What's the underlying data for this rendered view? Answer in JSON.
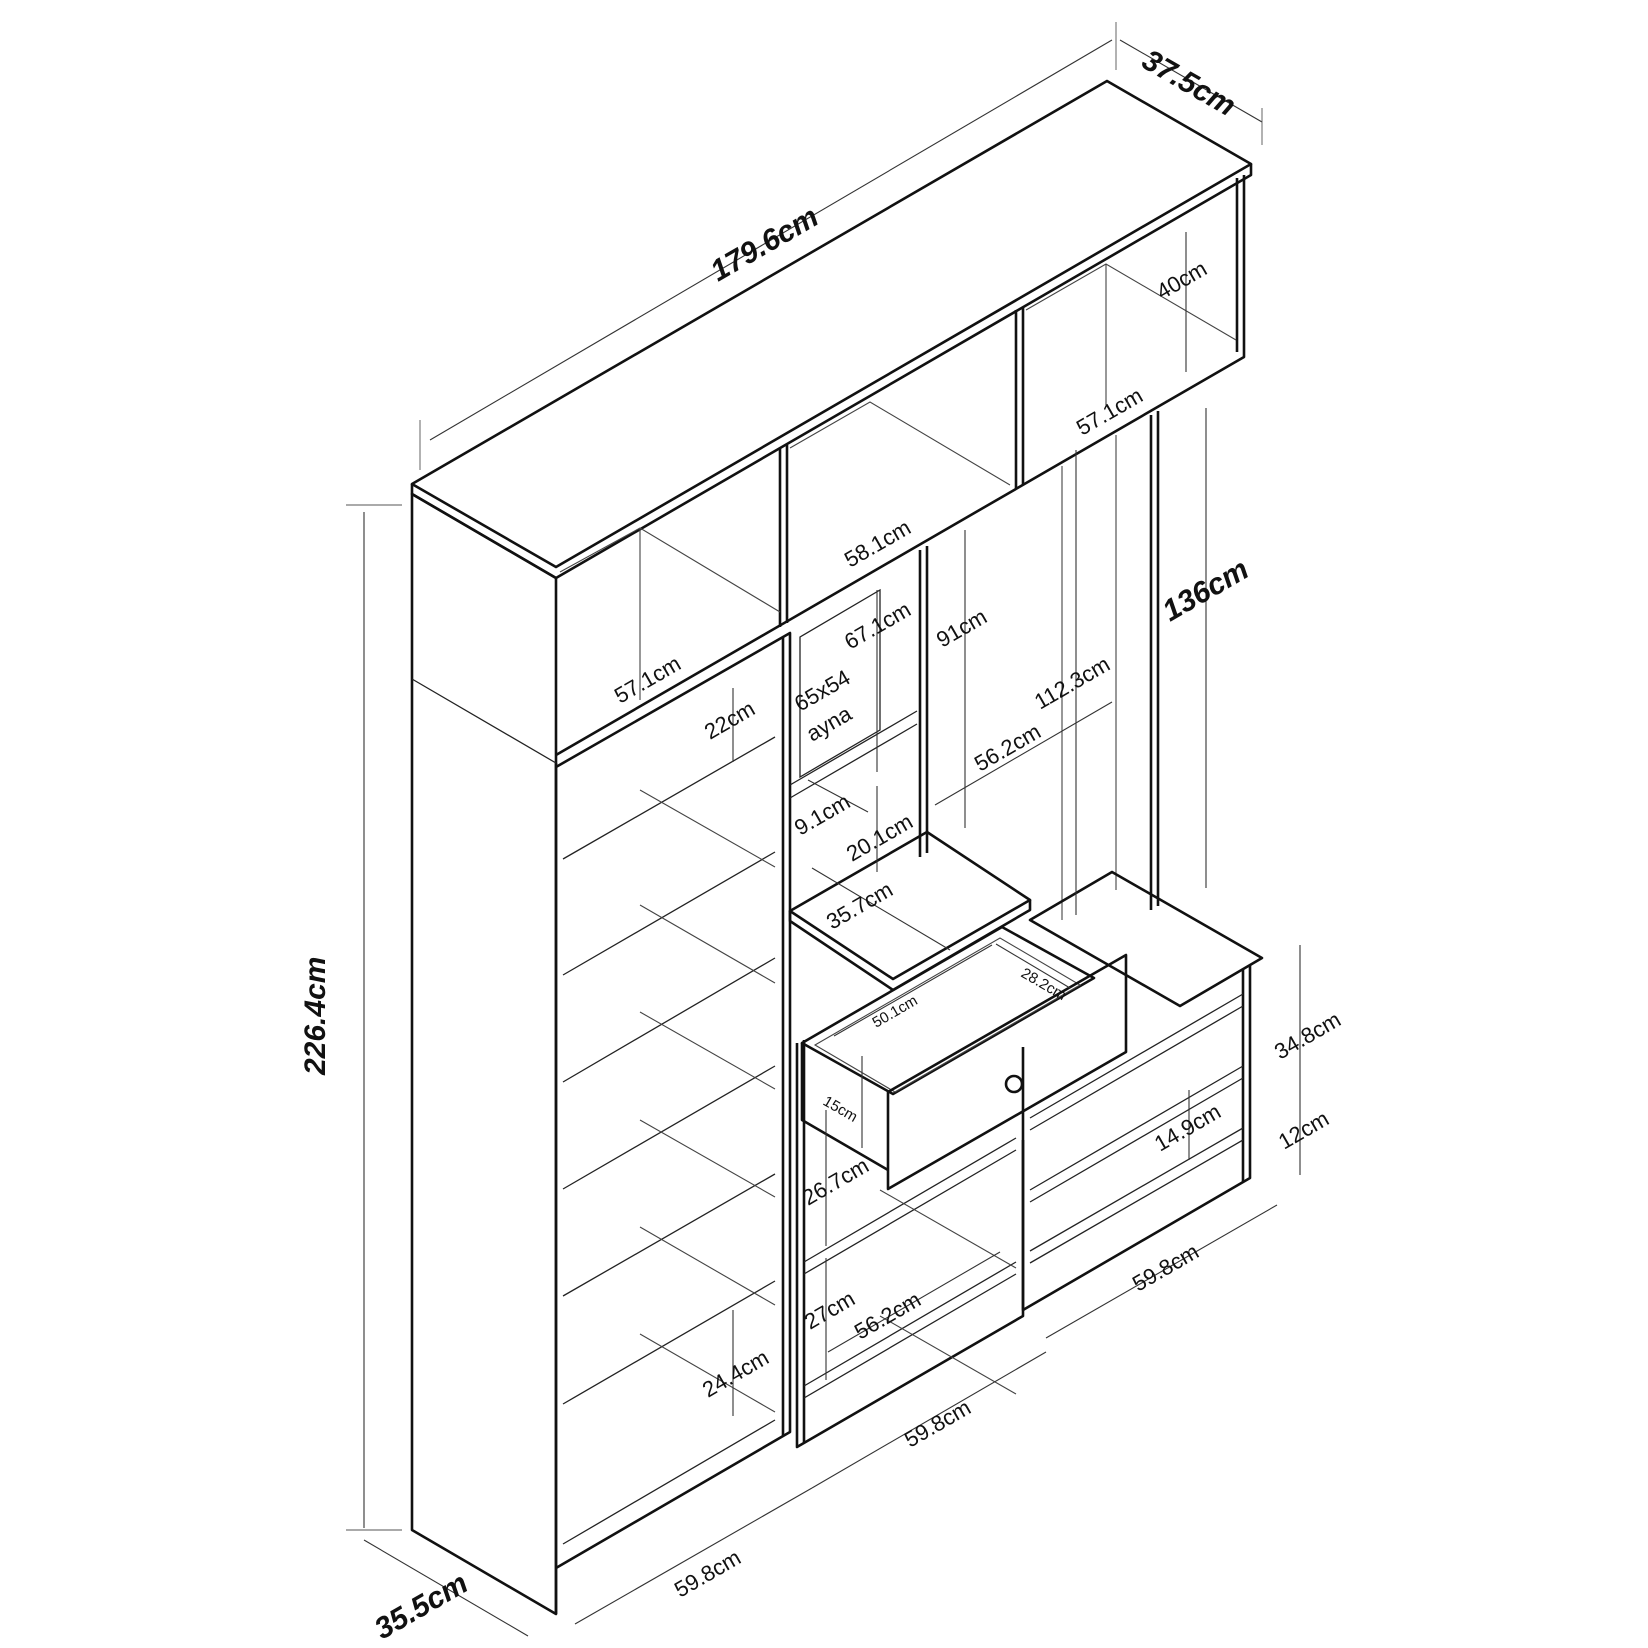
{
  "dimensions": {
    "total_width": "179.6cm",
    "total_depth": "37.5cm",
    "total_height": "226.4cm",
    "base_depth": "35.5cm",
    "top_cubby_left_width": "57.1cm",
    "top_cubby_middle_width": "58.1cm",
    "top_cubby_right_width": "57.1cm",
    "top_cubby_height": "40cm",
    "mirror_height": "67.1cm",
    "mirror_text_line1": "65x54",
    "mirror_text_line2": "ayna",
    "middle_open_height": "91cm",
    "middle_open_width": "56.2cm",
    "right_open_height": "112.3cm",
    "right_panel_height": "136cm",
    "left_top_shelf": "22cm",
    "small_shelf_depth": "9.1cm",
    "small_shelf_gap": "20.1cm",
    "desk_depth": "35.7cm",
    "drawer_width": "50.1cm",
    "drawer_depth": "28.2cm",
    "drawer_height": "15cm",
    "bench_height": "34.8cm",
    "bench_shelf_gap": "14.9cm",
    "bench_plinth": "12cm",
    "lower_mid_gap_1": "26.7cm",
    "lower_mid_gap_2": "27cm",
    "lower_mid_width": "56.2cm",
    "left_bottom_shelf": "24.4cm",
    "left_module_width": "59.8cm",
    "mid_module_width": "59.8cm",
    "right_module_width": "59.8cm"
  }
}
